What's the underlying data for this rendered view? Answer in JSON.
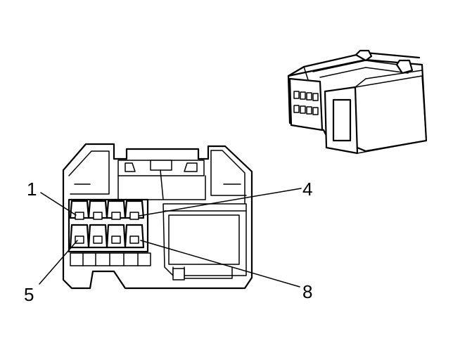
{
  "callouts": [
    {
      "id": "pin-1",
      "label": "1"
    },
    {
      "id": "pin-4",
      "label": "4"
    },
    {
      "id": "pin-5",
      "label": "5"
    },
    {
      "id": "pin-8",
      "label": "8"
    }
  ],
  "connector": {
    "rows": 2,
    "columns": 4,
    "cavity_count": 8
  }
}
